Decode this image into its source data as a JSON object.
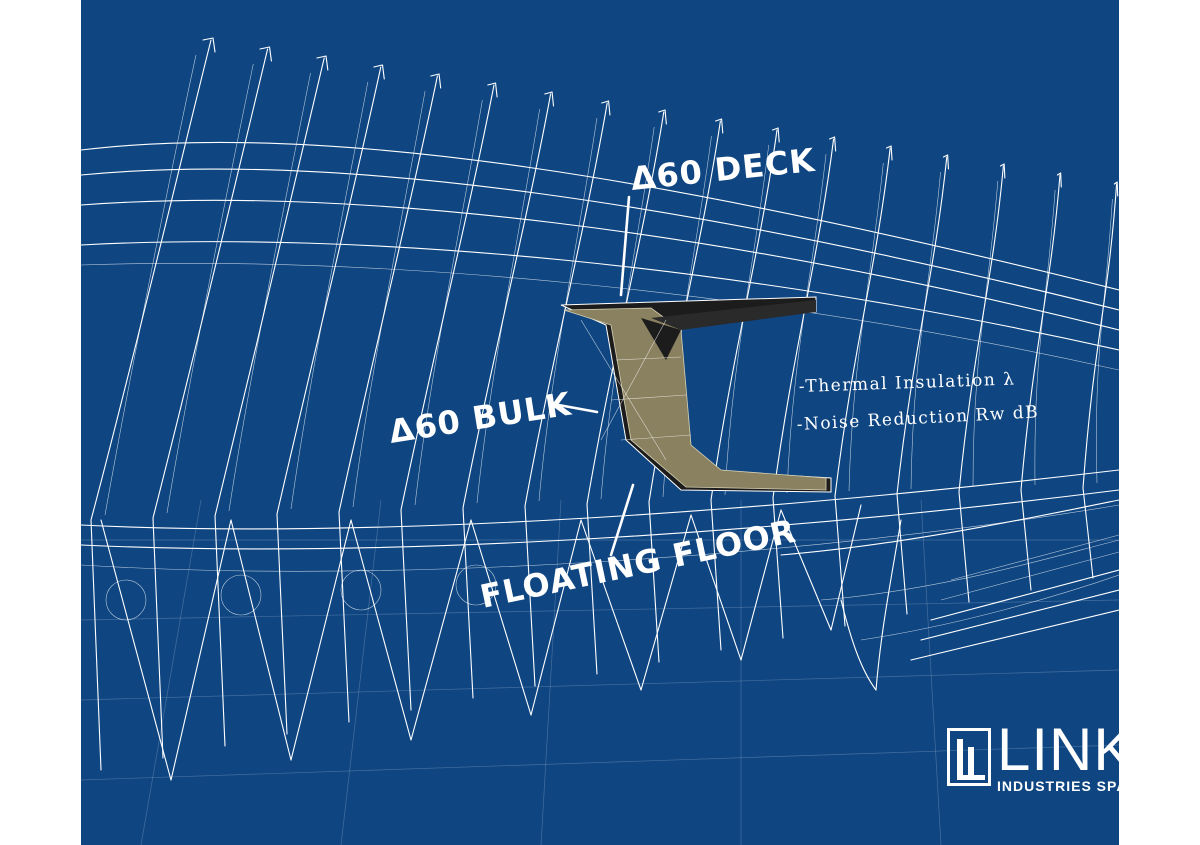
{
  "colors": {
    "background": "#0f4682",
    "line": "#ffffff",
    "panel_fill": "#8a8160",
    "panel_dark": "#1c1c1c",
    "page": "#ffffff"
  },
  "labels": {
    "deck": "Δ60 DECK",
    "bulk": "Δ60 BULK",
    "floor": "FLOATING FLOOR",
    "thermal": "-Thermal Insulation λ",
    "noise": "-Noise Reduction Rw dB"
  },
  "logo": {
    "name": "LINK",
    "subtitle": "INDUSTRIES SPA"
  }
}
